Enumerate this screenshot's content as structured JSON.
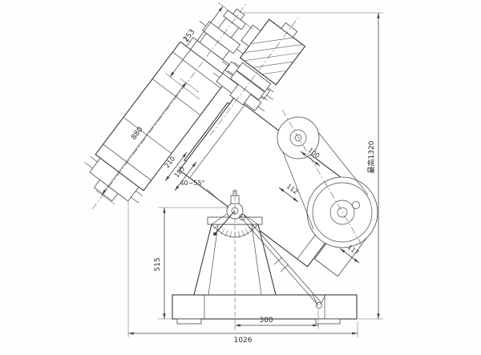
{
  "meta": {
    "background_color": "#fefefe",
    "ink_color": "#383838",
    "drawing_type": "inclined mill technical drawing"
  },
  "dims": {
    "top_assembly_length": "253",
    "drum_length": "880",
    "stand_height": "515",
    "base_overall_width": "1026",
    "pivot_to_anchor": "300",
    "max_height": "最高1320",
    "tilt_range": "40~55°",
    "dim_100": "100",
    "dim_112": "112",
    "dim_117": "117",
    "dim_210": "210",
    "dim_185": "185"
  }
}
